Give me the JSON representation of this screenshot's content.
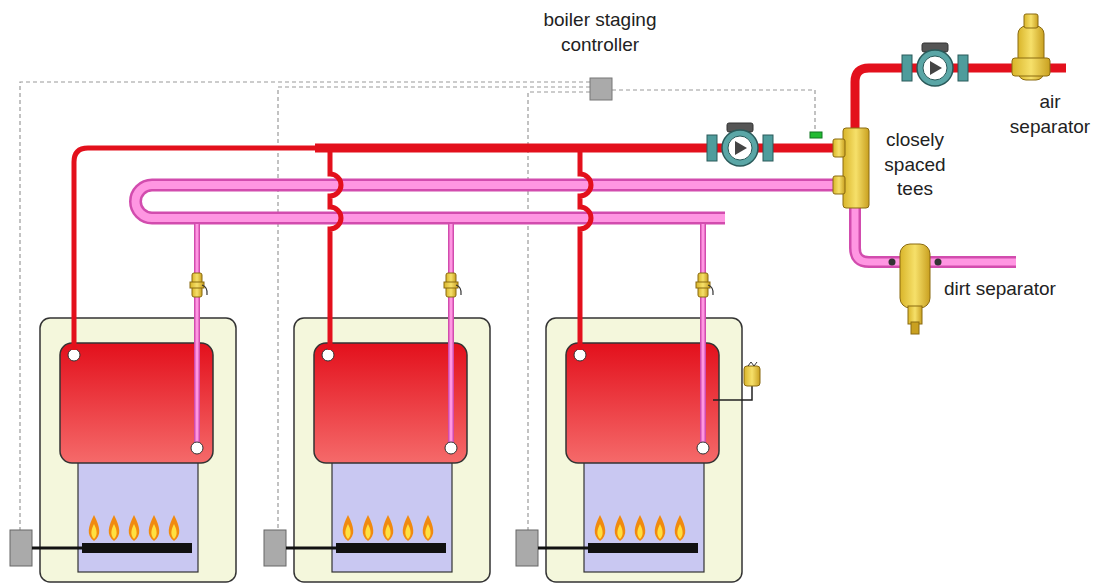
{
  "diagram": {
    "labels": [
      "boiler staging controller",
      "closely spaced tees",
      "air separator",
      "dirt separator"
    ]
  }
}
